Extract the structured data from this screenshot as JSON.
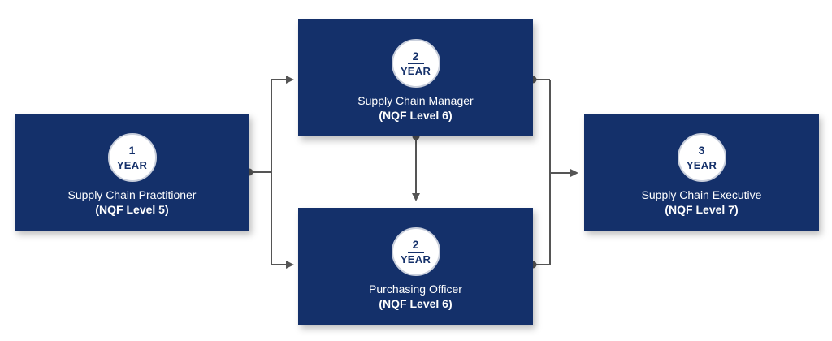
{
  "nodes": {
    "practitioner": {
      "duration_number": "1",
      "duration_unit": "YEAR",
      "title": "Supply Chain Practitioner",
      "level": "(NQF Level 5)"
    },
    "manager": {
      "duration_number": "2",
      "duration_unit": "YEAR",
      "title": "Supply Chain Manager",
      "level": "(NQF Level 6)"
    },
    "purchasing": {
      "duration_number": "2",
      "duration_unit": "YEAR",
      "title": "Purchasing Officer",
      "level": "(NQF Level 6)"
    },
    "executive": {
      "duration_number": "3",
      "duration_unit": "YEAR",
      "title": "Supply Chain Executive",
      "level": "(NQF Level 7)"
    }
  },
  "colors": {
    "box_fill": "#14306a",
    "connector": "#555555",
    "badge_fill": "#ffffff"
  }
}
